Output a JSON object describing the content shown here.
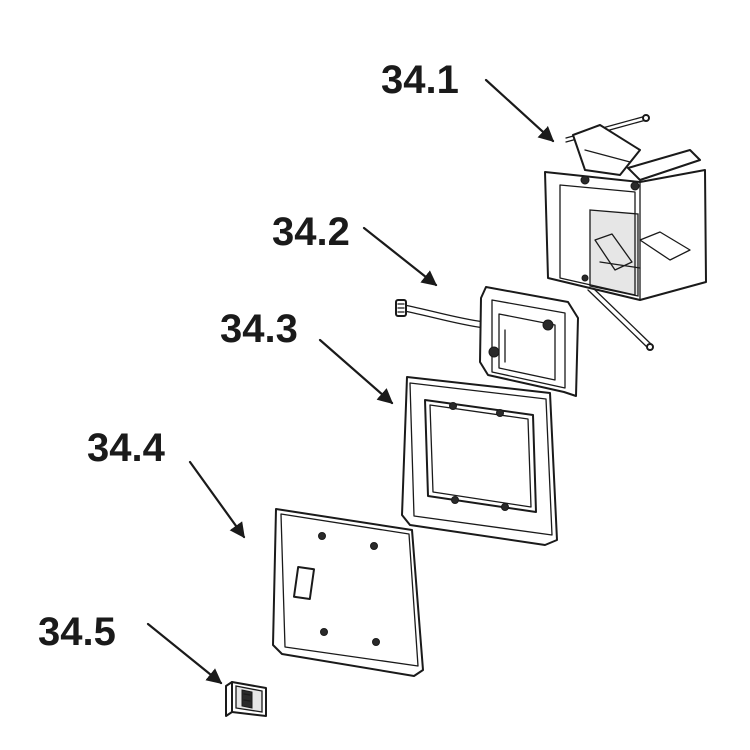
{
  "callouts": [
    {
      "id": "34.1",
      "label": "34.1"
    },
    {
      "id": "34.2",
      "label": "34.2"
    },
    {
      "id": "34.3",
      "label": "34.3"
    },
    {
      "id": "34.4",
      "label": "34.4"
    },
    {
      "id": "34.5",
      "label": "34.5"
    }
  ],
  "colors": {
    "line": "#1a1a1a",
    "background": "#ffffff"
  }
}
